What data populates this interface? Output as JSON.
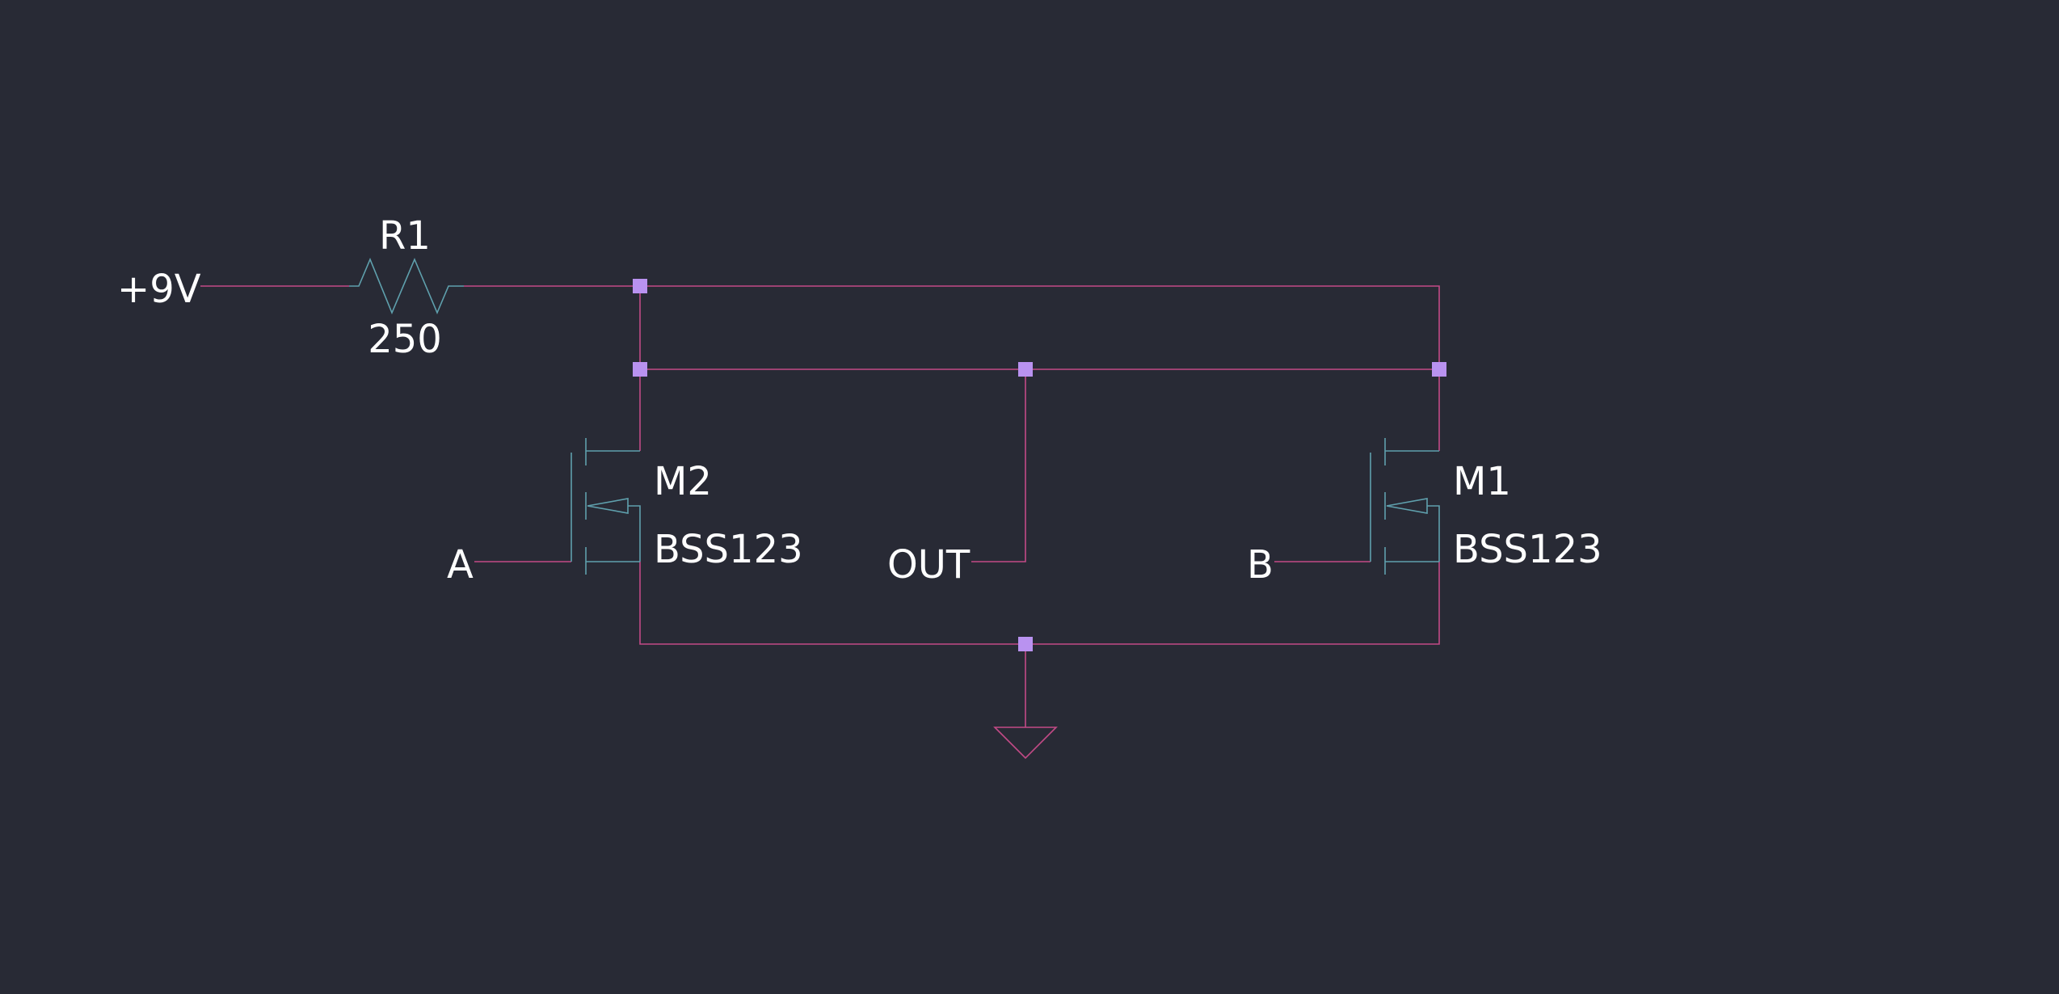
{
  "colors": {
    "background": "#282a35",
    "wire": "#c24a86",
    "component": "#5fa0ad",
    "junction": "#b992f0",
    "text": "#ffffff"
  },
  "labels": {
    "supply": "+9V",
    "r1_ref": "R1",
    "r1_value": "250",
    "m2_ref": "M2",
    "m2_part": "BSS123",
    "m1_ref": "M1",
    "m1_part": "BSS123",
    "input_a": "A",
    "input_b": "B",
    "output": "OUT"
  },
  "components": [
    {
      "type": "resistor",
      "ref": "R1",
      "value": "250"
    },
    {
      "type": "nmos",
      "ref": "M2",
      "part": "BSS123",
      "gate": "A"
    },
    {
      "type": "nmos",
      "ref": "M1",
      "part": "BSS123",
      "gate": "B"
    },
    {
      "type": "ground"
    }
  ]
}
